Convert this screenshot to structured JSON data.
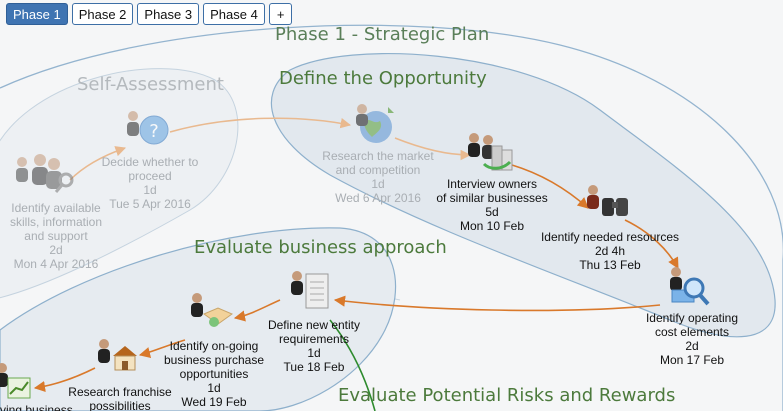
{
  "tabs": [
    {
      "label": "Phase 1",
      "active": true
    },
    {
      "label": "Phase 2",
      "active": false
    },
    {
      "label": "Phase 3",
      "active": false
    },
    {
      "label": "Phase 4",
      "active": false
    },
    {
      "label": "+",
      "active": false
    }
  ],
  "phase_title": "Phase 1 - Strategic Plan",
  "groups": {
    "self_assessment": "Self-Assessment",
    "define_opportunity": "Define the Opportunity",
    "evaluate_business": "Evaluate business approach",
    "evaluate_risks": "Evaluate Potential Risks and Rewards"
  },
  "tasks": {
    "identify_skills": {
      "name_1": "Identify available",
      "name_2": "skills, information",
      "name_3": "and support",
      "duration": "2d",
      "date": "Mon 4 Apr 2016",
      "icon": "people-magnifier-icon"
    },
    "decide_proceed": {
      "name_1": "Decide whether to",
      "name_2": "proceed",
      "duration": "1d",
      "date": "Tue 5 Apr 2016",
      "icon": "person-question-icon"
    },
    "research_market": {
      "name_1": "Research the market",
      "name_2": "and competition",
      "duration": "1d",
      "date": "Wed 6 Apr 2016",
      "icon": "globe-person-icon"
    },
    "interview_owners": {
      "name_1": "Interview owners",
      "name_2": "of similar businesses",
      "duration": "5d",
      "date": "Mon 10 Feb",
      "icon": "people-interview-icon"
    },
    "needed_resources": {
      "name_1": "Identify needed resources",
      "duration": "2d 4h",
      "date": "Thu 13 Feb",
      "icon": "binoculars-person-icon"
    },
    "operating_cost": {
      "name_1": "Identify operating",
      "name_2": "cost elements",
      "duration": "2d",
      "date": "Mon 17 Feb",
      "icon": "person-magnifier-icon"
    },
    "new_entity": {
      "name_1": "Define new entity",
      "name_2": "requirements",
      "duration": "1d",
      "date": "Tue 18 Feb",
      "icon": "person-document-icon"
    },
    "ongoing_purchase": {
      "name_1": "Identify on-going",
      "name_2": "business purchase",
      "name_3": "opportunities",
      "duration": "1d",
      "date": "Wed 19 Feb",
      "icon": "person-handshake-icon"
    },
    "research_franchise": {
      "name_1": "Research franchise",
      "name_2": "possibilities",
      "icon": "person-house-icon"
    },
    "partial_left": {
      "name_1": "ving business",
      "icon": "person-chart-icon"
    }
  },
  "colors": {
    "bubble_fill": "#e4e9ee",
    "bubble_stroke": "#8eb0cc",
    "arrow_active": "#d9792b",
    "arrow_faded": "#e9b98f",
    "arrow_green": "#2e8b2e",
    "tab_active": "#3f74b2"
  }
}
